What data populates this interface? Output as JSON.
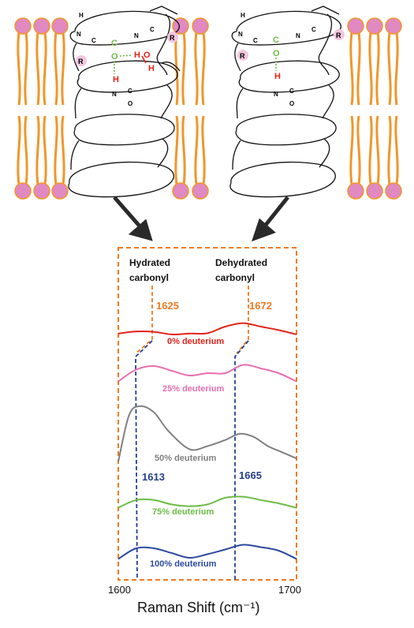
{
  "colors": {
    "membrane_head": "#e189c1",
    "membrane_tail": "#f1962a",
    "frame_orange": "#f07a24",
    "blue_dash": "#253f8f",
    "arrow": "#2a2a2a",
    "green": "#6cbd45",
    "red": "#e2231a"
  },
  "labels": {
    "hydrated_line1": "Hydrated",
    "hydrated_line2": "carbonyl",
    "dehydrated_line1": "Dehydrated",
    "dehydrated_line2": "carbonyl",
    "peak_1625": "1625",
    "peak_1672": "1672",
    "peak_1613": "1613",
    "peak_1665": "1665",
    "xtick_1600": "1600",
    "xtick_1700": "1700",
    "xaxis_label": "Raman Shift (cm⁻¹)"
  },
  "chemistry": {
    "atom_H": "H",
    "atom_N": "N",
    "atom_C": "C",
    "atom_O": "O",
    "group_R": "R",
    "left_water_O": "O",
    "left_water_H": "H"
  },
  "chart_data": {
    "type": "line",
    "xlabel": "Raman Shift (cm⁻¹)",
    "xlim": [
      1600,
      1700
    ],
    "xticks": [
      1600,
      1700
    ],
    "series": [
      {
        "name": "0% deuterium",
        "color": "#e2231a",
        "x": [
          1600,
          1610,
          1620,
          1630,
          1640,
          1650,
          1660,
          1670,
          1680,
          1690,
          1700
        ],
        "y": [
          0.1,
          0.22,
          0.2,
          0.05,
          0.1,
          0.12,
          0.5,
          0.7,
          0.5,
          0.3,
          0.05
        ]
      },
      {
        "name": "25% deuterium",
        "color": "#e86fae",
        "x": [
          1600,
          1610,
          1620,
          1630,
          1640,
          1650,
          1660,
          1670,
          1680,
          1690,
          1700
        ],
        "y": [
          0.05,
          0.55,
          0.7,
          0.5,
          0.3,
          0.4,
          0.4,
          0.75,
          0.6,
          0.4,
          0.05
        ]
      },
      {
        "name": "50% deuterium",
        "color": "#808080",
        "x": [
          1600,
          1606,
          1612,
          1620,
          1628,
          1640,
          1650,
          1660,
          1668,
          1676,
          1684,
          1692,
          1700
        ],
        "y": [
          0.0,
          0.75,
          0.9,
          0.8,
          0.5,
          0.2,
          0.25,
          0.35,
          0.45,
          0.4,
          0.25,
          0.15,
          0.05
        ]
      },
      {
        "name": "75% deuterium",
        "color": "#6cbd45",
        "x": [
          1600,
          1610,
          1620,
          1630,
          1640,
          1650,
          1660,
          1670,
          1680,
          1690,
          1700
        ],
        "y": [
          0.05,
          0.4,
          0.4,
          0.2,
          0.12,
          0.2,
          0.5,
          0.55,
          0.4,
          0.25,
          0.05
        ]
      },
      {
        "name": "100% deuterium",
        "color": "#2b4a9e",
        "x": [
          1600,
          1610,
          1620,
          1630,
          1640,
          1650,
          1660,
          1670,
          1680,
          1690,
          1700
        ],
        "y": [
          0.05,
          0.5,
          0.5,
          0.3,
          0.1,
          0.25,
          0.45,
          0.65,
          0.55,
          0.4,
          0.05
        ]
      }
    ],
    "peak_markers": [
      {
        "label": "1625",
        "color": "#f07a24",
        "x": 1625
      },
      {
        "label": "1672",
        "color": "#f07a24",
        "x": 1672
      },
      {
        "label": "1613",
        "color": "#253f8f",
        "x": 1613
      },
      {
        "label": "1665",
        "color": "#253f8f",
        "x": 1665
      }
    ]
  }
}
